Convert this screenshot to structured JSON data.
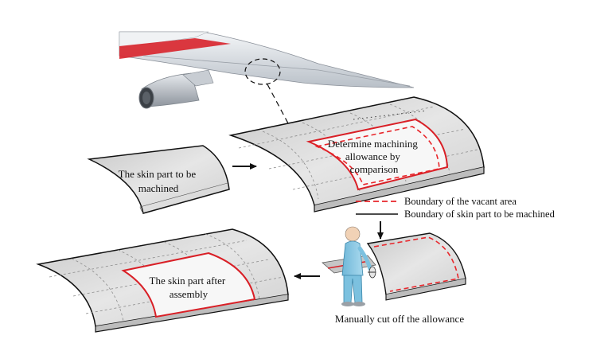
{
  "labels": {
    "skin_to_machine": [
      "The skin part to be",
      "machined"
    ],
    "determine_allowance": [
      "Determine machining",
      "allowance by",
      "comparison"
    ],
    "after_assembly": [
      "The skin part after",
      "assembly"
    ],
    "manual_cut": "Manually cut off the allowance"
  },
  "legend": {
    "vacant_area": "Boundary of the vacant area",
    "skin_part": "Boundary of skin part to be machined"
  },
  "colors": {
    "vacant_boundary": "#e8262b",
    "skin_boundary": "#d91f26",
    "panel_fill": "#dcdcdc",
    "panel_edge": "#111111",
    "arrow": "#111111",
    "grid": "#9a9a9a"
  },
  "icons": {
    "airplane_wing": "airplane-wing-icon",
    "worker": "worker-icon",
    "cutting_tool": "cutting-tool-icon"
  }
}
